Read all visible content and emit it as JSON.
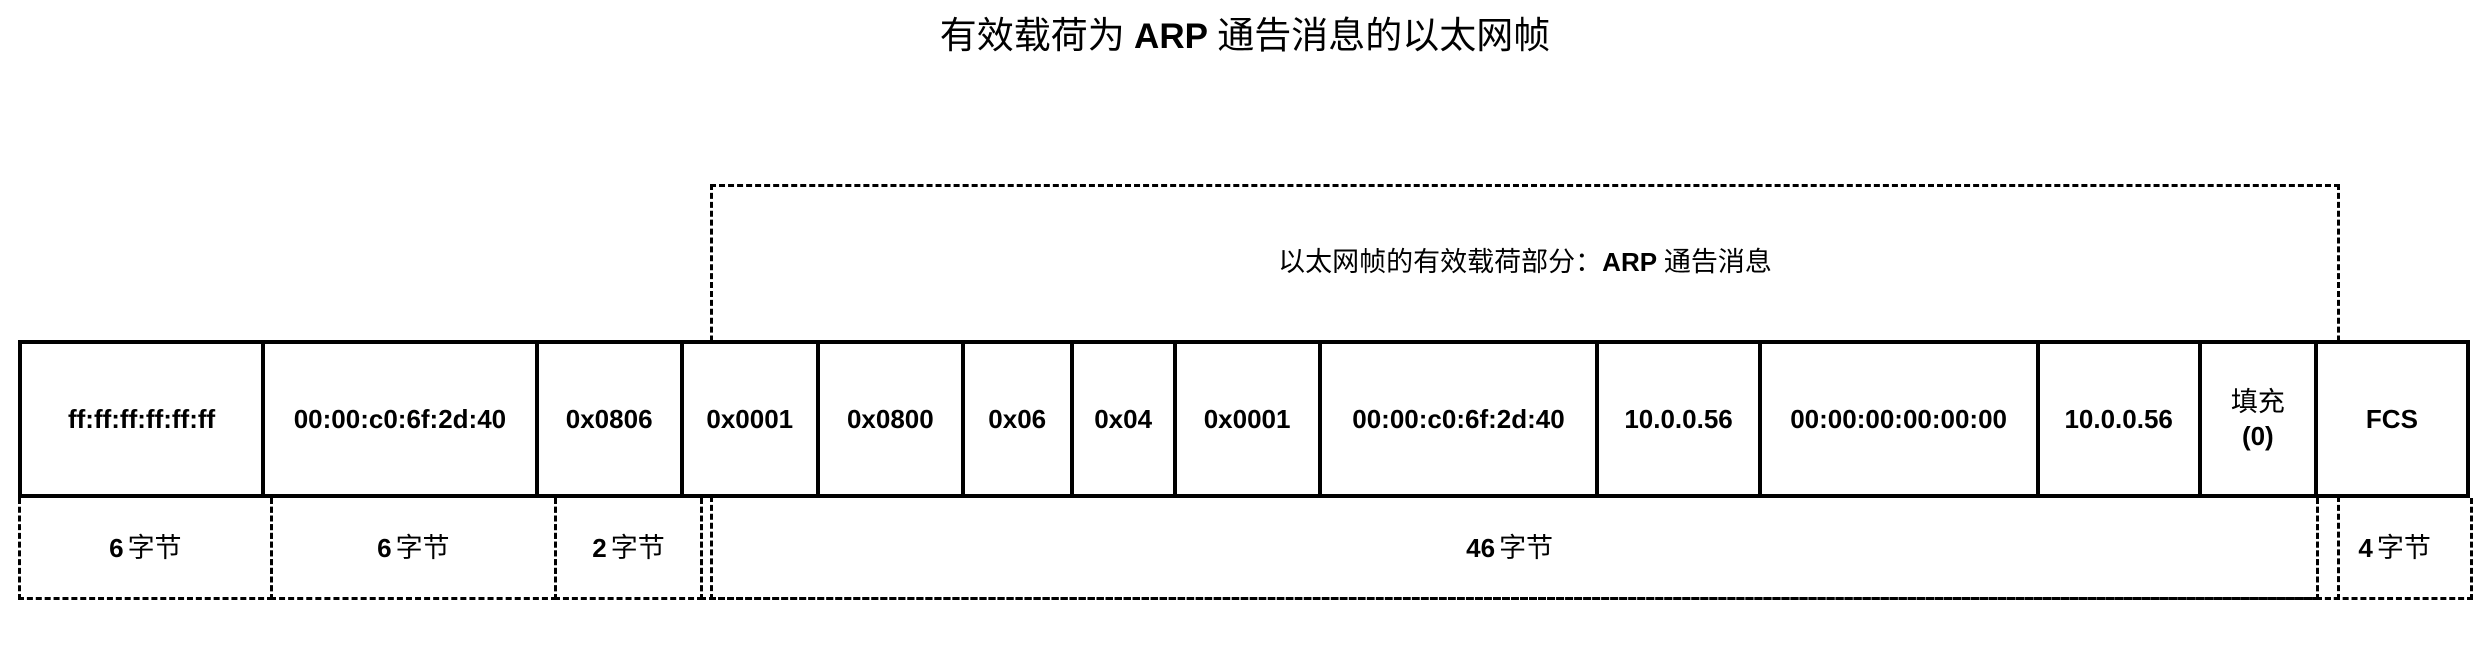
{
  "title": {
    "pre": "有效载荷为 ",
    "bold": "ARP",
    "post": " 通告消息的以太网帧"
  },
  "payload": {
    "pre": "以太网帧的有效载荷部分：",
    "bold": "ARP",
    "post": " 通告消息"
  },
  "frame": {
    "fields": [
      {
        "value": "ff:ff:ff:ff:ff:ff",
        "width": 160
      },
      {
        "value": "00:00:c0:6f:2d:40",
        "width": 181
      },
      {
        "value": "0x0806",
        "width": 92
      },
      {
        "value": "0x0001",
        "width": 86
      },
      {
        "value": "0x0800",
        "width": 92
      },
      {
        "value": "0x06",
        "width": 67
      },
      {
        "value": "0x04",
        "width": 63
      },
      {
        "value": "0x0001",
        "width": 92
      },
      {
        "value": "00:00:c0:6f:2d:40",
        "width": 184
      },
      {
        "value": "10.0.0.56",
        "width": 104
      },
      {
        "value": "00:00:00:00:00:00",
        "width": 184
      },
      {
        "value": "10.0.0.56",
        "width": 104
      },
      {
        "value": "填充",
        "value2": "(0)",
        "width": 72
      },
      {
        "value": "FCS",
        "width": 97
      }
    ]
  },
  "sizes": {
    "cells": [
      {
        "num": "6",
        "unit": "字节",
        "span": 160
      },
      {
        "num": "6",
        "unit": "字节",
        "span": 181
      },
      {
        "num": "2",
        "unit": "字节",
        "span": 92
      },
      {
        "num": "46",
        "unit": "字节",
        "span": 1038
      },
      {
        "num": "4",
        "unit": "字节",
        "span": 97
      }
    ]
  },
  "colors": {
    "line": "#000000",
    "background": "#ffffff",
    "text": "#000000"
  }
}
